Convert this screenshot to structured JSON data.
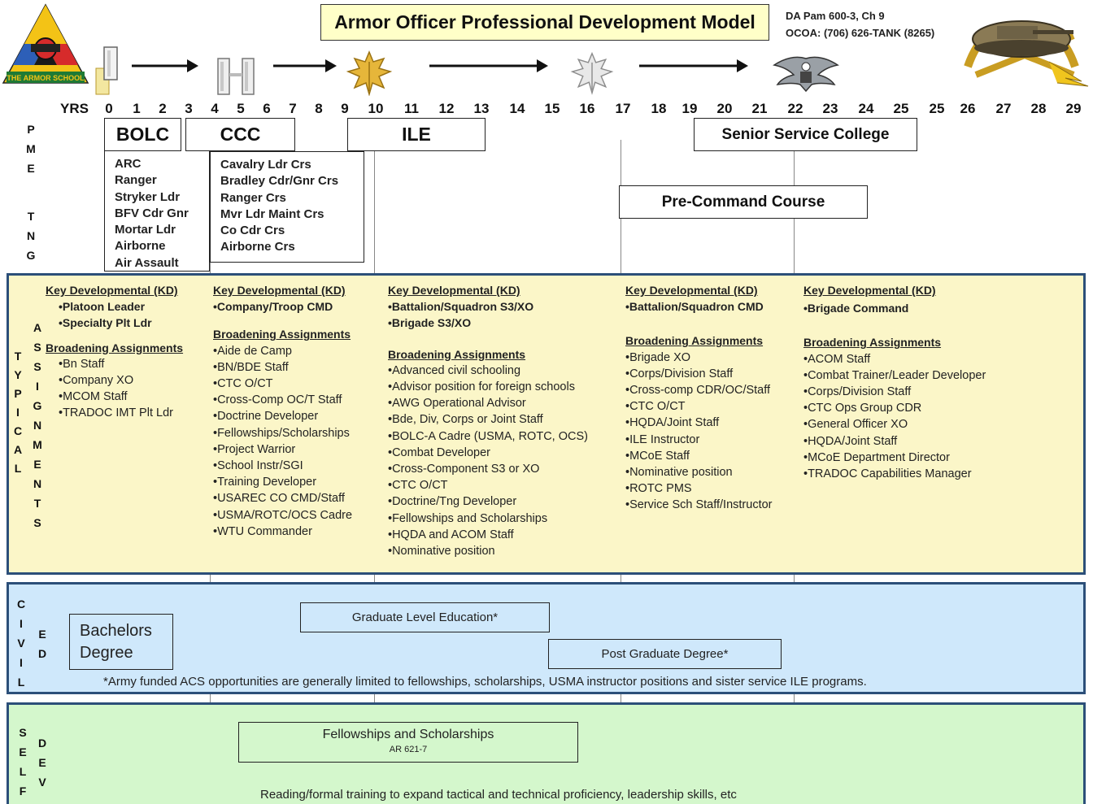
{
  "header": {
    "title": "Armor Officer Professional Development Model",
    "pam": "DA Pam 600-3, Ch 9",
    "ocoa": "OCOA:   (706) 626-TANK (8265)",
    "logo_text": "THE ARMOR SCHOOL"
  },
  "timeline": {
    "label": "YRS",
    "years": [
      "0",
      "1",
      "2",
      "3",
      "4",
      "5",
      "6",
      "7",
      "8",
      "9",
      "10",
      "11",
      "12",
      "13",
      "14",
      "15",
      "16",
      "17",
      "18",
      "19",
      "20",
      "21",
      "22",
      "23",
      "24",
      "25",
      "25",
      "26",
      "27",
      "28",
      "29"
    ]
  },
  "side_labels": {
    "pme_tng": [
      "P",
      "M",
      "E",
      "T",
      "N",
      "G"
    ],
    "typical": [
      "T",
      "Y",
      "P",
      "I",
      "C",
      "A",
      "L"
    ],
    "assignments": [
      "A",
      "S",
      "S",
      "I",
      "G",
      "N",
      "M",
      "E",
      "N",
      "T",
      "S"
    ],
    "civil": [
      "C",
      "I",
      "V",
      "I",
      "L"
    ],
    "ed": [
      "E",
      "D"
    ],
    "self": [
      "S",
      "E",
      "L",
      "F"
    ],
    "dev": [
      "D",
      "E",
      "V"
    ]
  },
  "pme": {
    "bolc": {
      "title": "BOLC",
      "courses": [
        "ARC",
        "Ranger",
        "Stryker Ldr",
        "BFV Cdr Gnr",
        "Mortar Ldr",
        "Airborne",
        "Air Assault"
      ]
    },
    "ccc": {
      "title": "CCC",
      "courses": [
        "Cavalry Ldr Crs",
        "Bradley Cdr/Gnr Crs",
        "Ranger Crs",
        "Mvr Ldr Maint Crs",
        "Co Cdr Crs",
        "Airborne Crs"
      ]
    },
    "ile": {
      "title": "ILE"
    },
    "ssc": {
      "title": "Senior Service College"
    },
    "pcc": {
      "title": "Pre-Command Course"
    }
  },
  "assignments": {
    "col1": {
      "kd_head": "Key Developmental (KD)",
      "kd": [
        "•Platoon Leader",
        "•Specialty Plt Ldr"
      ],
      "ba_head": "Broadening Assignments",
      "ba": [
        "•Bn Staff",
        "•Company XO",
        "•MCOM Staff",
        "•TRADOC IMT Plt Ldr"
      ]
    },
    "col2": {
      "kd_head": "Key Developmental (KD)",
      "kd": [
        "•Company/Troop CMD"
      ],
      "ba_head": "Broadening Assignments",
      "ba": [
        "•Aide de Camp",
        "•BN/BDE Staff",
        "•CTC O/CT",
        "•Cross-Comp OC/T Staff",
        "•Doctrine Developer",
        "•Fellowships/Scholarships",
        "•Project Warrior",
        "•School Instr/SGI",
        "•Training Developer",
        "•USAREC CO CMD/Staff",
        "•USMA/ROTC/OCS Cadre",
        "•WTU Commander"
      ]
    },
    "col3": {
      "kd_head": "Key Developmental (KD)",
      "kd": [
        "•Battalion/Squadron S3/XO",
        "•Brigade S3/XO"
      ],
      "ba_head": "Broadening Assignments",
      "ba": [
        "•Advanced civil schooling",
        "•Advisor position for foreign schools",
        "•AWG Operational Advisor",
        "•Bde, Div, Corps or Joint Staff",
        "•BOLC-A Cadre (USMA, ROTC, OCS)",
        "•Combat Developer",
        "•Cross-Component S3 or XO",
        "•CTC O/CT",
        "•Doctrine/Tng Developer",
        "•Fellowships and Scholarships",
        "•HQDA and ACOM Staff",
        "•Nominative position"
      ]
    },
    "col4": {
      "kd_head": "Key Developmental (KD)",
      "kd": [
        "•Battalion/Squadron CMD"
      ],
      "ba_head": "Broadening Assignments",
      "ba": [
        "•Brigade XO",
        "•Corps/Division Staff",
        "•Cross-comp CDR/OC/Staff",
        "•CTC O/CT",
        "•HQDA/Joint Staff",
        "•ILE Instructor",
        "•MCoE Staff",
        "•Nominative position",
        "•ROTC PMS",
        "•Service Sch Staff/Instructor"
      ]
    },
    "col5": {
      "kd_head": "Key Developmental (KD)",
      "kd": [
        "•Brigade Command"
      ],
      "ba_head": "Broadening Assignments",
      "ba": [
        "•ACOM Staff",
        "•Combat Trainer/Leader Developer",
        "•Corps/Division Staff",
        "•CTC Ops Group CDR",
        "•General Officer XO",
        "•HQDA/Joint Staff",
        "•MCoE Department Director",
        "•TRADOC Capabilities Manager"
      ]
    }
  },
  "civil_ed": {
    "bachelors_1": "Bachelors",
    "bachelors_2": "Degree",
    "graduate": "Graduate Level Education*",
    "postgrad": "Post Graduate  Degree*",
    "note": "*Army  funded ACS opportunities are generally limited to fellowships, scholarships, USMA instructor positions and sister service ILE programs."
  },
  "self_dev": {
    "fellowships": "Fellowships and Scholarships",
    "fellowships_ref": "AR 621-7",
    "note": "Reading/formal training to expand tactical and technical proficiency, leadership skills, etc"
  },
  "colors": {
    "title_bg": "#ffffc8",
    "assignments_bg": "#fbf6c8",
    "civil_bg": "#cfe8fb",
    "self_bg": "#d4f7cc",
    "section_border": "#2c4f79",
    "gold": "#e6b63a",
    "silver": "#c8c8c8"
  }
}
